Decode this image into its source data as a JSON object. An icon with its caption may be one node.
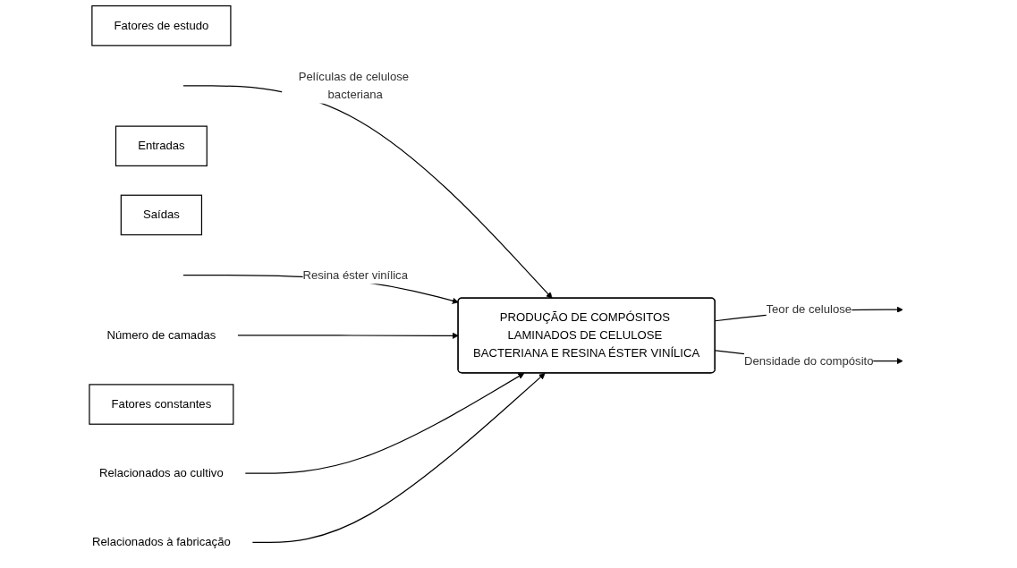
{
  "diagram": {
    "nodes": [
      {
        "text": [
          "Fatores de estudo"
        ]
      },
      {
        "text": [
          "Número de camadas"
        ]
      },
      {
        "text": [
          "Entradas"
        ]
      },
      {
        "text": [
          "Saídas"
        ]
      },
      {
        "text": [
          "PRODUÇÃO DE COMPÓSITOS LAMINADOS DE CELULOSE BACTERIANA E RESINA ÉSTER VINÍLICA"
        ]
      },
      {
        "text": [
          "Relacionados ao cultivo"
        ]
      },
      {
        "text": [
          "Relacionados à fabricação"
        ]
      },
      {
        "text": [
          "Fatores constantes"
        ]
      }
    ],
    "edges": [
      {
        "from": null,
        "to": 4,
        "arrow": "to",
        "label": "Películas de celulose bacteriana"
      },
      {
        "from": null,
        "to": 4,
        "arrow": "to",
        "label": "Resina éster vinílica"
      },
      {
        "from": 1,
        "to": 4,
        "arrow": "to"
      },
      {
        "from": 4,
        "to": null,
        "arrow": "to",
        "label": "Teor de celulose"
      },
      {
        "from": 4,
        "to": null,
        "arrow": "to",
        "label": "Densidade do compósito"
      },
      {
        "from": 5,
        "to": 4,
        "arrow": "to"
      },
      {
        "from": 6,
        "to": 4,
        "arrow": "to"
      }
    ]
  }
}
